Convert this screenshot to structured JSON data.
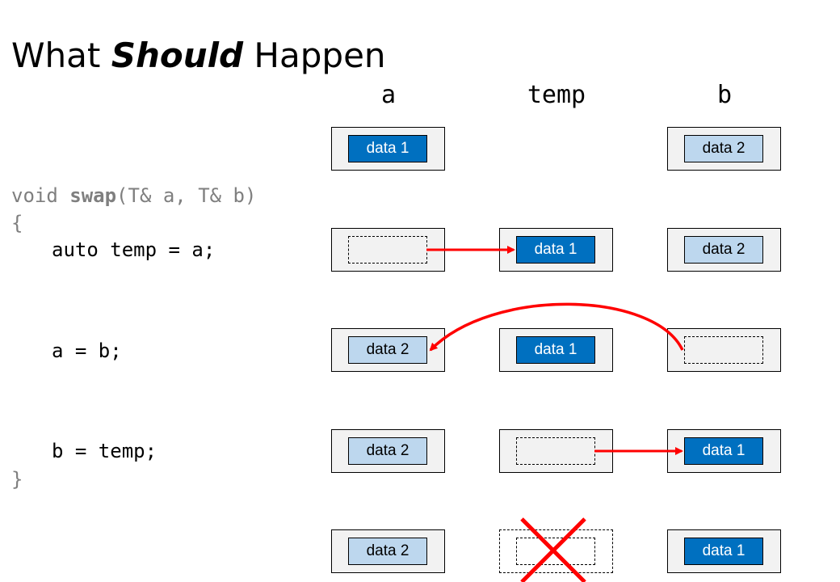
{
  "title": {
    "prefix": "What ",
    "emphasis": "Should",
    "suffix": " Happen"
  },
  "columns": {
    "a": "a",
    "temp": "temp",
    "b": "b"
  },
  "code": {
    "signature_pre": "void ",
    "signature_fn": "swap",
    "signature_post": "(T& a, T& b)",
    "open_brace": "{",
    "line1": "auto temp = a;",
    "line2": "a = b;",
    "line3": "b = temp;",
    "close_brace": "}"
  },
  "labels": {
    "data1": "data 1",
    "data2": "data 2"
  },
  "colors": {
    "dark_chip": "#0070c0",
    "light_chip": "#bdd7ee",
    "box_fill": "#f2f2f2",
    "arrow": "#ff0000",
    "code_dim": "#7f7f7f"
  }
}
